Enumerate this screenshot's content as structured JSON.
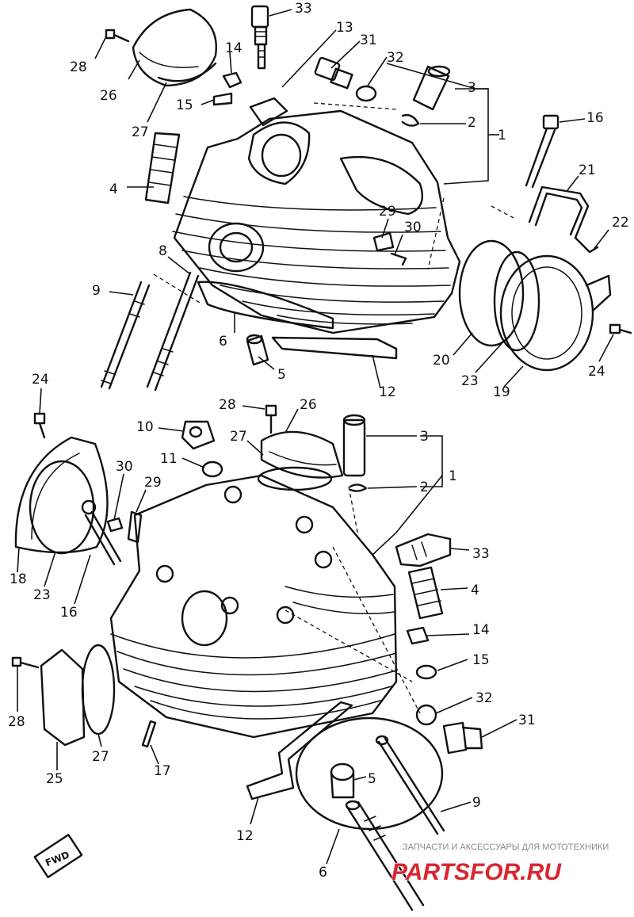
{
  "callouts": [
    {
      "id": "c33a",
      "text": "33"
    },
    {
      "id": "c13a",
      "text": "13"
    },
    {
      "id": "c31a",
      "text": "31"
    },
    {
      "id": "c32a",
      "text": "32"
    },
    {
      "id": "c3a",
      "text": "3"
    },
    {
      "id": "c2a",
      "text": "2"
    },
    {
      "id": "c1a",
      "text": "1"
    },
    {
      "id": "c16a",
      "text": "16"
    },
    {
      "id": "c14a",
      "text": "14"
    },
    {
      "id": "c15a",
      "text": "15"
    },
    {
      "id": "c28a",
      "text": "28"
    },
    {
      "id": "c26a",
      "text": "26"
    },
    {
      "id": "c27a",
      "text": "27"
    },
    {
      "id": "c4a",
      "text": "4"
    },
    {
      "id": "c21a",
      "text": "21"
    },
    {
      "id": "c29a",
      "text": "29"
    },
    {
      "id": "c30a",
      "text": "30"
    },
    {
      "id": "c22a",
      "text": "22"
    },
    {
      "id": "c8a",
      "text": "8"
    },
    {
      "id": "c9a",
      "text": "9"
    },
    {
      "id": "c6a",
      "text": "6"
    },
    {
      "id": "c5a",
      "text": "5"
    },
    {
      "id": "c12a",
      "text": "12"
    },
    {
      "id": "c20a",
      "text": "20"
    },
    {
      "id": "c23a",
      "text": "23"
    },
    {
      "id": "c19a",
      "text": "19"
    },
    {
      "id": "c24a",
      "text": "24"
    },
    {
      "id": "c24b",
      "text": "24"
    },
    {
      "id": "c28b",
      "text": "28"
    },
    {
      "id": "c26b",
      "text": "26"
    },
    {
      "id": "c10b",
      "text": "10"
    },
    {
      "id": "c27b",
      "text": "27"
    },
    {
      "id": "c3b",
      "text": "3"
    },
    {
      "id": "c11b",
      "text": "11"
    },
    {
      "id": "c2b",
      "text": "2"
    },
    {
      "id": "c1b",
      "text": "1"
    },
    {
      "id": "c30b",
      "text": "30"
    },
    {
      "id": "c29b",
      "text": "29"
    },
    {
      "id": "c33b",
      "text": "33"
    },
    {
      "id": "c18b",
      "text": "18"
    },
    {
      "id": "c23b",
      "text": "23"
    },
    {
      "id": "c16b",
      "text": "16"
    },
    {
      "id": "c4b",
      "text": "4"
    },
    {
      "id": "c14b",
      "text": "14"
    },
    {
      "id": "c15b",
      "text": "15"
    },
    {
      "id": "c32b",
      "text": "32"
    },
    {
      "id": "c28c",
      "text": "28"
    },
    {
      "id": "c31b",
      "text": "31"
    },
    {
      "id": "c27c",
      "text": "27"
    },
    {
      "id": "c25b",
      "text": "25"
    },
    {
      "id": "c17b",
      "text": "17"
    },
    {
      "id": "c5b",
      "text": "5"
    },
    {
      "id": "c9b",
      "text": "9"
    },
    {
      "id": "c12b",
      "text": "12"
    },
    {
      "id": "c6b",
      "text": "6"
    }
  ],
  "fwd_badge": "FWD",
  "watermark": {
    "tagline": "ЗАПЧАСТИ И АКСЕССУАРЫ ДЛЯ МОТОТЕХНИКИ",
    "logo": "PARTSFOR.RU"
  },
  "colors": {
    "ink": "#111111",
    "watermark_logo": "#d9262e",
    "watermark_text": "#8a8a8a"
  }
}
